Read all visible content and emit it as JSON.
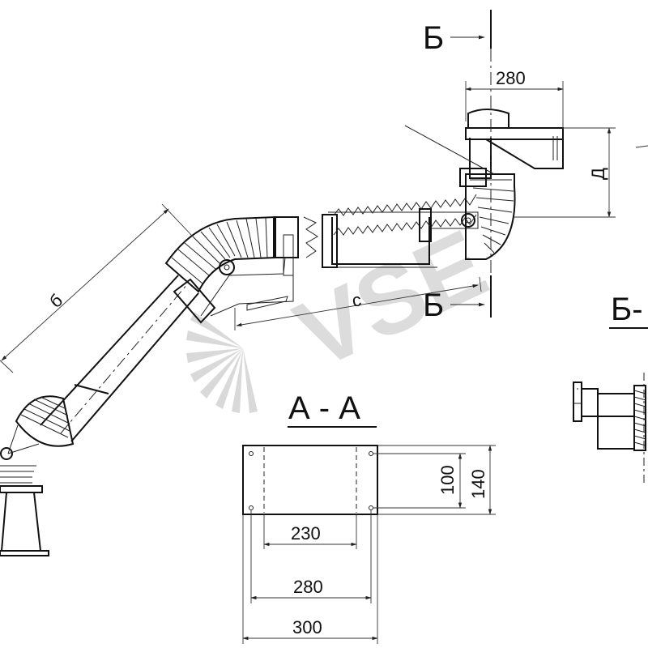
{
  "watermark": {
    "text": "VSE",
    "color": "#d9d9d9"
  },
  "section_marks": {
    "top": "Б",
    "bottom": "Б",
    "right_view": "Б-"
  },
  "section_aa": {
    "title": "А - А"
  },
  "dimensions": {
    "top_width": "280",
    "height_d": "Д",
    "arm_length_b": "б",
    "reach_c": "с",
    "plate_hole_height": "100",
    "plate_height": "140",
    "plate_hole_inner": "230",
    "plate_hole_outer": "280",
    "plate_width": "300"
  },
  "colors": {
    "line": "#111111",
    "background": "#ffffff"
  }
}
